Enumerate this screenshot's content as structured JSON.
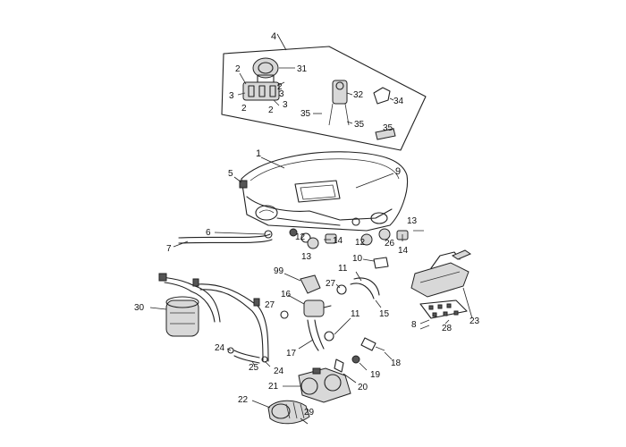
{
  "callouts": {
    "c1": "1",
    "c2a": "2",
    "c2b": "2",
    "c2c": "2",
    "c2d": "2",
    "c3a": "3",
    "c3b": "3",
    "c3c": "3",
    "c4": "4",
    "c5": "5",
    "c6": "6",
    "c7": "7",
    "c8": "8",
    "c9": "9",
    "c10": "10",
    "c11a": "11",
    "c11b": "11",
    "c12a": "12",
    "c12b": "12",
    "c13a": "13",
    "c13b": "13",
    "c14a": "14",
    "c14b": "14",
    "c15": "15",
    "c16": "16",
    "c17": "17",
    "c18": "18",
    "c19": "19",
    "c20": "20",
    "c21": "21",
    "c22": "22",
    "c23": "23",
    "c24a": "24",
    "c24b": "24",
    "c25": "25",
    "c26": "26",
    "c27a": "27",
    "c27b": "27",
    "c28": "28",
    "c29": "29",
    "c30": "30",
    "c31": "31",
    "c32": "32",
    "c34": "34",
    "c35a": "35",
    "c35b": "35",
    "c35c": "35",
    "c99": "99"
  }
}
